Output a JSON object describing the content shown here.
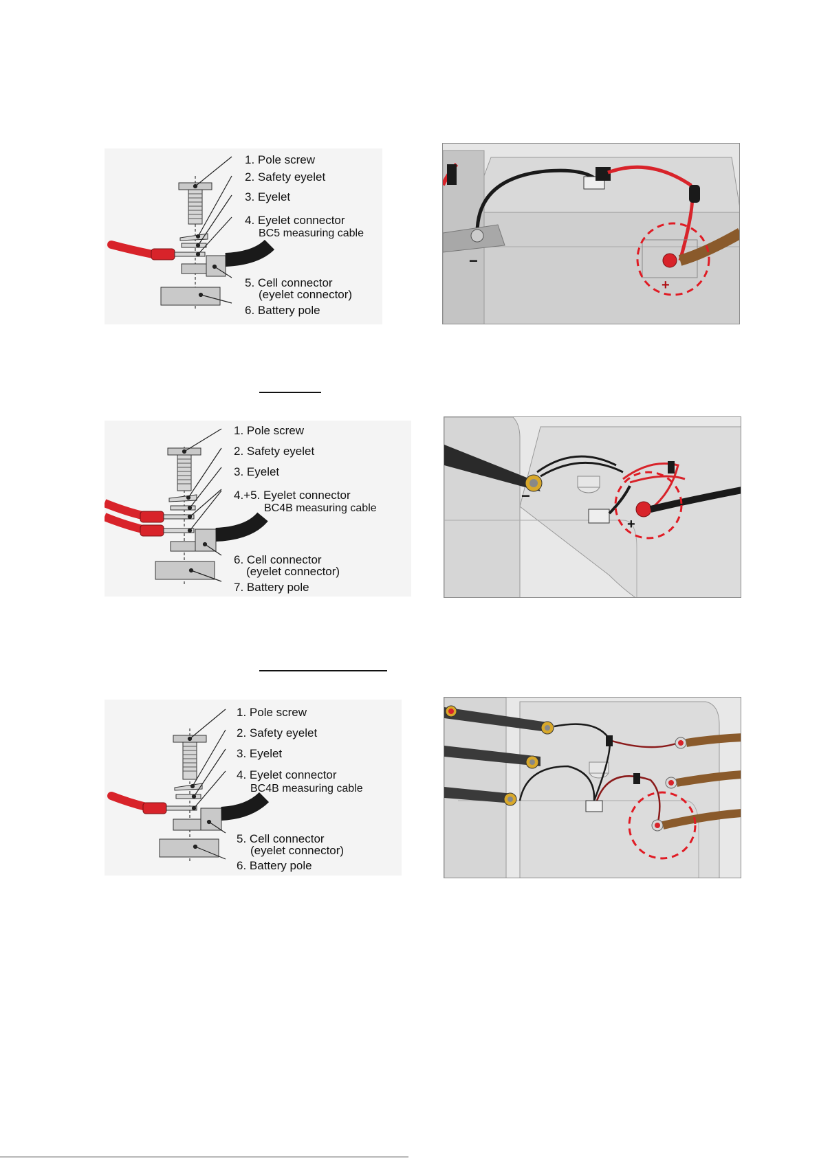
{
  "sections": [
    {
      "labels": [
        "1. Pole screw",
        "2. Safety eyelet",
        "3. Eyelet",
        "4. Eyelet connector",
        "BC5 measuring cable",
        "5. Cell connector",
        "(eyelet connector)",
        "6. Battery pole"
      ],
      "photo": {
        "neg_sign": "−",
        "pos_sign": "+"
      }
    },
    {
      "labels": [
        "1. Pole screw",
        "2. Safety eyelet",
        "3. Eyelet",
        "4.+5. Eyelet connector",
        "BC4B measuring cable",
        "6. Cell connector",
        "(eyelet connector)",
        "7. Battery pole"
      ],
      "photo": {
        "neg_sign": "−",
        "pos_sign": "+"
      }
    },
    {
      "labels": [
        "1. Pole screw",
        "2. Safety eyelet",
        "3. Eyelet",
        "4. Eyelet connector",
        "BC4B measuring cable",
        "5. Cell connector",
        "(eyelet connector)",
        "6. Battery pole"
      ],
      "photo": {
        "neg_sign": "",
        "pos_sign": ""
      }
    }
  ],
  "colors": {
    "cable_red": "#d8232a",
    "cable_black": "#1a1a1a",
    "highlight": "#e01b24",
    "part_grey": "#c9c9c9",
    "brown": "#8a5a2b"
  }
}
